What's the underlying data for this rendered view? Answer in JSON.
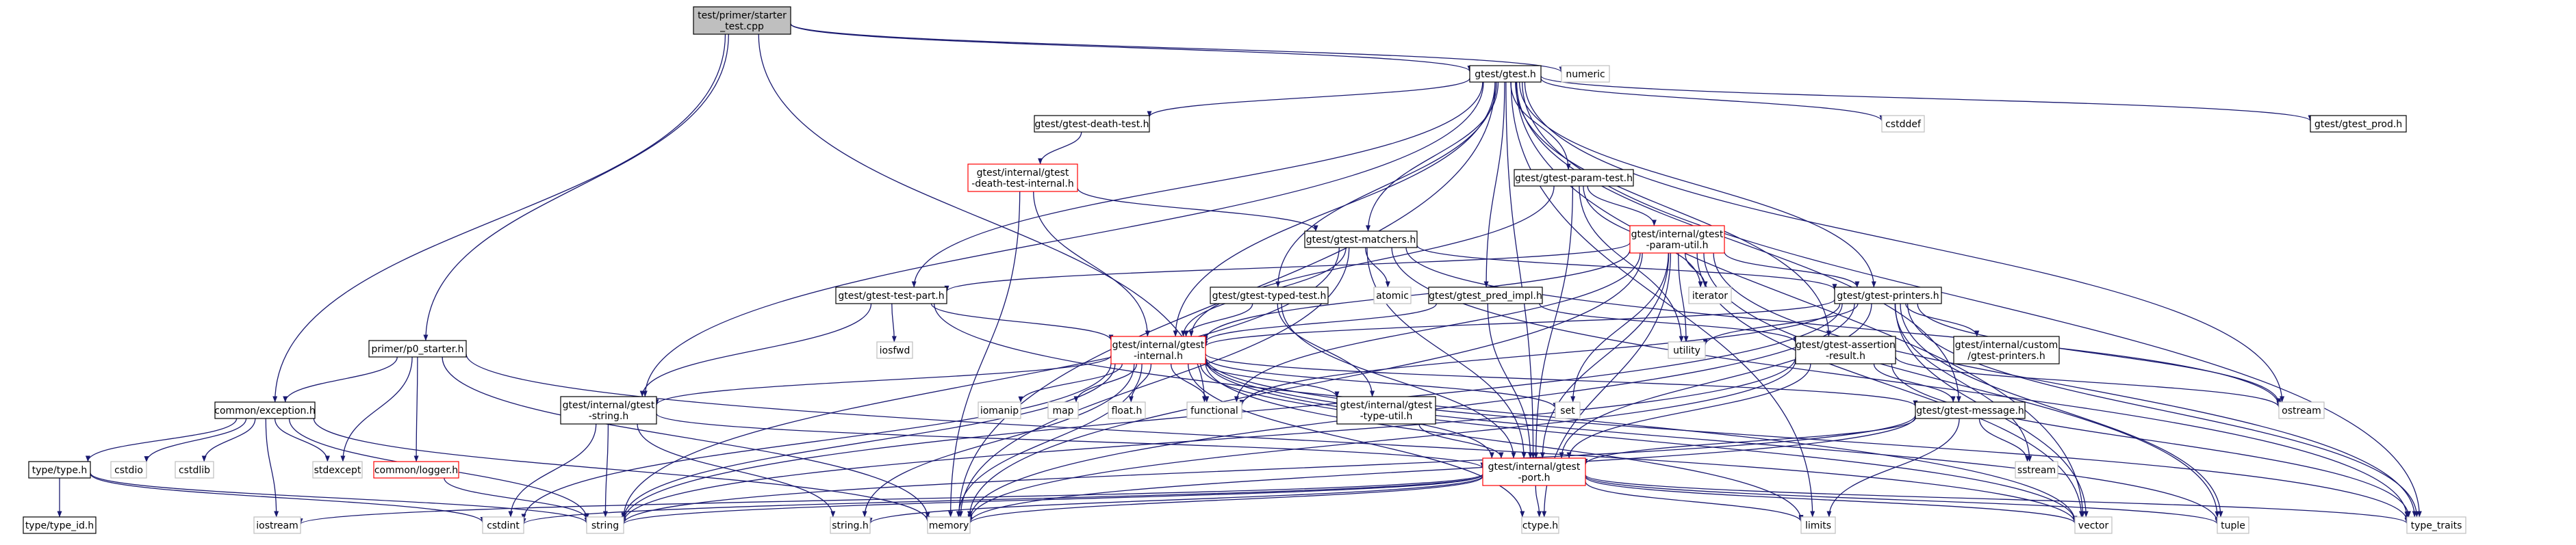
{
  "diagram": {
    "title": "",
    "colors": {
      "edge": "#191970",
      "root_fill": "#bfbfbf",
      "root_border": "#000000",
      "node_border": "#000000",
      "missing_border": "#ff0000",
      "system_border": "#bfbfbf"
    },
    "nodes": {
      "root": {
        "lines": [
          "test/primer/starter",
          "_test.cpp"
        ],
        "kind": "root"
      },
      "gtest_h": {
        "lines": [
          "gtest/gtest.h"
        ],
        "kind": "file"
      },
      "numeric": {
        "lines": [
          "numeric"
        ],
        "kind": "system"
      },
      "death_test": {
        "lines": [
          "gtest/gtest-death-test.h"
        ],
        "kind": "file"
      },
      "death_internal": {
        "lines": [
          "gtest/internal/gtest",
          "-death-test-internal.h"
        ],
        "kind": "missing"
      },
      "param_test": {
        "lines": [
          "gtest/gtest-param-test.h"
        ],
        "kind": "file"
      },
      "param_util": {
        "lines": [
          "gtest/internal/gtest",
          "-param-util.h"
        ],
        "kind": "missing"
      },
      "matchers": {
        "lines": [
          "gtest/gtest-matchers.h"
        ],
        "kind": "file"
      },
      "test_part": {
        "lines": [
          "gtest/gtest-test-part.h"
        ],
        "kind": "file"
      },
      "typed_test": {
        "lines": [
          "gtest/gtest-typed-test.h"
        ],
        "kind": "file"
      },
      "pred_impl": {
        "lines": [
          "gtest/gtest_pred_impl.h"
        ],
        "kind": "file"
      },
      "printers": {
        "lines": [
          "gtest/gtest-printers.h"
        ],
        "kind": "file"
      },
      "gtest_internal": {
        "lines": [
          "gtest/internal/gtest",
          "-internal.h"
        ],
        "kind": "missing"
      },
      "assertion_result": {
        "lines": [
          "gtest/gtest-assertion",
          "-result.h"
        ],
        "kind": "file"
      },
      "custom_printers": {
        "lines": [
          "gtest/internal/custom",
          "/gtest-printers.h"
        ],
        "kind": "file"
      },
      "gtest_prod": {
        "lines": [
          "gtest/gtest_prod.h"
        ],
        "kind": "file"
      },
      "internal_string": {
        "lines": [
          "gtest/internal/gtest",
          "-string.h"
        ],
        "kind": "file"
      },
      "type_util": {
        "lines": [
          "gtest/internal/gtest",
          "-type-util.h"
        ],
        "kind": "file"
      },
      "message": {
        "lines": [
          "gtest/gtest-message.h"
        ],
        "kind": "file"
      },
      "port": {
        "lines": [
          "gtest/internal/gtest",
          "-port.h"
        ],
        "kind": "missing"
      },
      "p0_starter": {
        "lines": [
          "primer/p0_starter.h"
        ],
        "kind": "file"
      },
      "exception": {
        "lines": [
          "common/exception.h"
        ],
        "kind": "file"
      },
      "logger": {
        "lines": [
          "common/logger.h"
        ],
        "kind": "missing"
      },
      "type_h": {
        "lines": [
          "type/type.h"
        ],
        "kind": "file"
      },
      "type_id": {
        "lines": [
          "type/type_id.h"
        ],
        "kind": "file"
      },
      "cstddef": {
        "lines": [
          "cstddef"
        ],
        "kind": "system"
      },
      "atomic": {
        "lines": [
          "atomic"
        ],
        "kind": "system"
      },
      "iterator": {
        "lines": [
          "iterator"
        ],
        "kind": "system"
      },
      "utility": {
        "lines": [
          "utility"
        ],
        "kind": "system"
      },
      "iosfwd": {
        "lines": [
          "iosfwd"
        ],
        "kind": "system"
      },
      "iomanip": {
        "lines": [
          "iomanip"
        ],
        "kind": "system"
      },
      "map": {
        "lines": [
          "map"
        ],
        "kind": "system"
      },
      "float_h": {
        "lines": [
          "float.h"
        ],
        "kind": "system"
      },
      "functional": {
        "lines": [
          "functional"
        ],
        "kind": "system"
      },
      "set": {
        "lines": [
          "set"
        ],
        "kind": "system"
      },
      "ostream": {
        "lines": [
          "ostream"
        ],
        "kind": "system"
      },
      "sstream": {
        "lines": [
          "sstream"
        ],
        "kind": "system"
      },
      "stdexcept": {
        "lines": [
          "stdexcept"
        ],
        "kind": "system"
      },
      "cstdio": {
        "lines": [
          "cstdio"
        ],
        "kind": "system"
      },
      "cstdlib": {
        "lines": [
          "cstdlib"
        ],
        "kind": "system"
      },
      "iostream": {
        "lines": [
          "iostream"
        ],
        "kind": "system"
      },
      "cstdint": {
        "lines": [
          "cstdint"
        ],
        "kind": "system"
      },
      "string": {
        "lines": [
          "string"
        ],
        "kind": "system"
      },
      "string_h": {
        "lines": [
          "string.h"
        ],
        "kind": "system"
      },
      "memory": {
        "lines": [
          "memory"
        ],
        "kind": "system"
      },
      "ctype_h": {
        "lines": [
          "ctype.h"
        ],
        "kind": "system"
      },
      "limits": {
        "lines": [
          "limits"
        ],
        "kind": "system"
      },
      "vector": {
        "lines": [
          "vector"
        ],
        "kind": "system"
      },
      "tuple": {
        "lines": [
          "tuple"
        ],
        "kind": "system"
      },
      "type_traits": {
        "lines": [
          "type_traits"
        ],
        "kind": "system"
      }
    },
    "edges": [
      [
        "root",
        "gtest_h"
      ],
      [
        "root",
        "numeric"
      ],
      [
        "root",
        "p0_starter"
      ],
      [
        "root",
        "exception"
      ],
      [
        "root",
        "functional"
      ],
      [
        "gtest_h",
        "death_test"
      ],
      [
        "gtest_h",
        "param_test"
      ],
      [
        "gtest_h",
        "matchers"
      ],
      [
        "gtest_h",
        "test_part"
      ],
      [
        "gtest_h",
        "typed_test"
      ],
      [
        "gtest_h",
        "pred_impl"
      ],
      [
        "gtest_h",
        "printers"
      ],
      [
        "gtest_h",
        "gtest_internal"
      ],
      [
        "gtest_h",
        "assertion_result"
      ],
      [
        "gtest_h",
        "gtest_prod"
      ],
      [
        "gtest_h",
        "internal_string"
      ],
      [
        "gtest_h",
        "message"
      ],
      [
        "gtest_h",
        "cstddef"
      ],
      [
        "gtest_h",
        "ostream"
      ],
      [
        "gtest_h",
        "memory"
      ],
      [
        "gtest_h",
        "vector"
      ],
      [
        "gtest_h",
        "type_traits"
      ],
      [
        "gtest_h",
        "limits"
      ],
      [
        "gtest_h",
        "port"
      ],
      [
        "death_test",
        "death_internal"
      ],
      [
        "death_internal",
        "matchers"
      ],
      [
        "death_internal",
        "gtest_internal"
      ],
      [
        "death_internal",
        "memory"
      ],
      [
        "param_test",
        "param_util"
      ],
      [
        "param_test",
        "gtest_internal"
      ],
      [
        "param_test",
        "port"
      ],
      [
        "param_test",
        "iterator"
      ],
      [
        "param_test",
        "utility"
      ],
      [
        "param_util",
        "printers"
      ],
      [
        "param_util",
        "test_part"
      ],
      [
        "param_util",
        "gtest_internal"
      ],
      [
        "param_util",
        "port"
      ],
      [
        "param_util",
        "iterator"
      ],
      [
        "param_util",
        "utility"
      ],
      [
        "param_util",
        "set"
      ],
      [
        "param_util",
        "memory"
      ],
      [
        "param_util",
        "vector"
      ],
      [
        "param_util",
        "tuple"
      ],
      [
        "param_util",
        "type_traits"
      ],
      [
        "param_util",
        "ctype_h"
      ],
      [
        "param_util",
        "functional"
      ],
      [
        "matchers",
        "printers"
      ],
      [
        "matchers",
        "gtest_internal"
      ],
      [
        "matchers",
        "port"
      ],
      [
        "matchers",
        "atomic"
      ],
      [
        "matchers",
        "memory"
      ],
      [
        "matchers",
        "ostream"
      ],
      [
        "matchers",
        "string"
      ],
      [
        "matchers",
        "type_traits"
      ],
      [
        "test_part",
        "gtest_internal"
      ],
      [
        "test_part",
        "internal_string"
      ],
      [
        "test_part",
        "iosfwd"
      ],
      [
        "test_part",
        "vector"
      ],
      [
        "typed_test",
        "gtest_internal"
      ],
      [
        "typed_test",
        "type_util"
      ],
      [
        "typed_test",
        "port"
      ],
      [
        "pred_impl",
        "gtest_internal"
      ],
      [
        "pred_impl",
        "assertion_result"
      ],
      [
        "pred_impl",
        "port"
      ],
      [
        "printers",
        "gtest_internal"
      ],
      [
        "printers",
        "port"
      ],
      [
        "printers",
        "custom_printers"
      ],
      [
        "printers",
        "utility"
      ],
      [
        "printers",
        "functional"
      ],
      [
        "printers",
        "ostream"
      ],
      [
        "printers",
        "sstream"
      ],
      [
        "printers",
        "string"
      ],
      [
        "printers",
        "tuple"
      ],
      [
        "printers",
        "vector"
      ],
      [
        "printers",
        "type_traits"
      ],
      [
        "printers",
        "memory"
      ],
      [
        "gtest_internal",
        "internal_string"
      ],
      [
        "gtest_internal",
        "type_util"
      ],
      [
        "gtest_internal",
        "message"
      ],
      [
        "gtest_internal",
        "port"
      ],
      [
        "gtest_internal",
        "iomanip"
      ],
      [
        "gtest_internal",
        "map"
      ],
      [
        "gtest_internal",
        "float_h"
      ],
      [
        "gtest_internal",
        "functional"
      ],
      [
        "gtest_internal",
        "set"
      ],
      [
        "gtest_internal",
        "limits"
      ],
      [
        "gtest_internal",
        "string"
      ],
      [
        "gtest_internal",
        "string_h"
      ],
      [
        "gtest_internal",
        "ctype_h"
      ],
      [
        "gtest_internal",
        "cstdint"
      ],
      [
        "gtest_internal",
        "vector"
      ],
      [
        "gtest_internal",
        "type_traits"
      ],
      [
        "gtest_internal",
        "tuple"
      ],
      [
        "gtest_internal",
        "memory"
      ],
      [
        "assertion_result",
        "message"
      ],
      [
        "assertion_result",
        "port"
      ],
      [
        "assertion_result",
        "ostream"
      ],
      [
        "assertion_result",
        "memory"
      ],
      [
        "assertion_result",
        "string"
      ],
      [
        "assertion_result",
        "type_traits"
      ],
      [
        "internal_string",
        "port"
      ],
      [
        "internal_string",
        "cstdint"
      ],
      [
        "internal_string",
        "string"
      ],
      [
        "internal_string",
        "string_h"
      ],
      [
        "type_util",
        "port"
      ],
      [
        "message",
        "port"
      ],
      [
        "message",
        "sstream"
      ],
      [
        "message",
        "limits"
      ],
      [
        "message",
        "memory"
      ],
      [
        "message",
        "string"
      ],
      [
        "port",
        "ctype_h"
      ],
      [
        "port",
        "limits"
      ],
      [
        "port",
        "vector"
      ],
      [
        "port",
        "tuple"
      ],
      [
        "port",
        "type_traits"
      ],
      [
        "port",
        "iostream"
      ],
      [
        "port",
        "cstdint"
      ],
      [
        "port",
        "string"
      ],
      [
        "port",
        "string_h"
      ],
      [
        "port",
        "memory"
      ],
      [
        "p0_starter",
        "exception"
      ],
      [
        "p0_starter",
        "logger"
      ],
      [
        "p0_starter",
        "stdexcept"
      ],
      [
        "p0_starter",
        "memory"
      ],
      [
        "p0_starter",
        "vector"
      ],
      [
        "exception",
        "type_h"
      ],
      [
        "exception",
        "cstdio"
      ],
      [
        "exception",
        "cstdlib"
      ],
      [
        "exception",
        "stdexcept"
      ],
      [
        "exception",
        "iostream"
      ],
      [
        "exception",
        "string"
      ],
      [
        "exception",
        "memory"
      ],
      [
        "logger",
        "string"
      ],
      [
        "type_h",
        "type_id"
      ],
      [
        "type_h",
        "cstdint"
      ],
      [
        "type_h",
        "string"
      ]
    ]
  }
}
